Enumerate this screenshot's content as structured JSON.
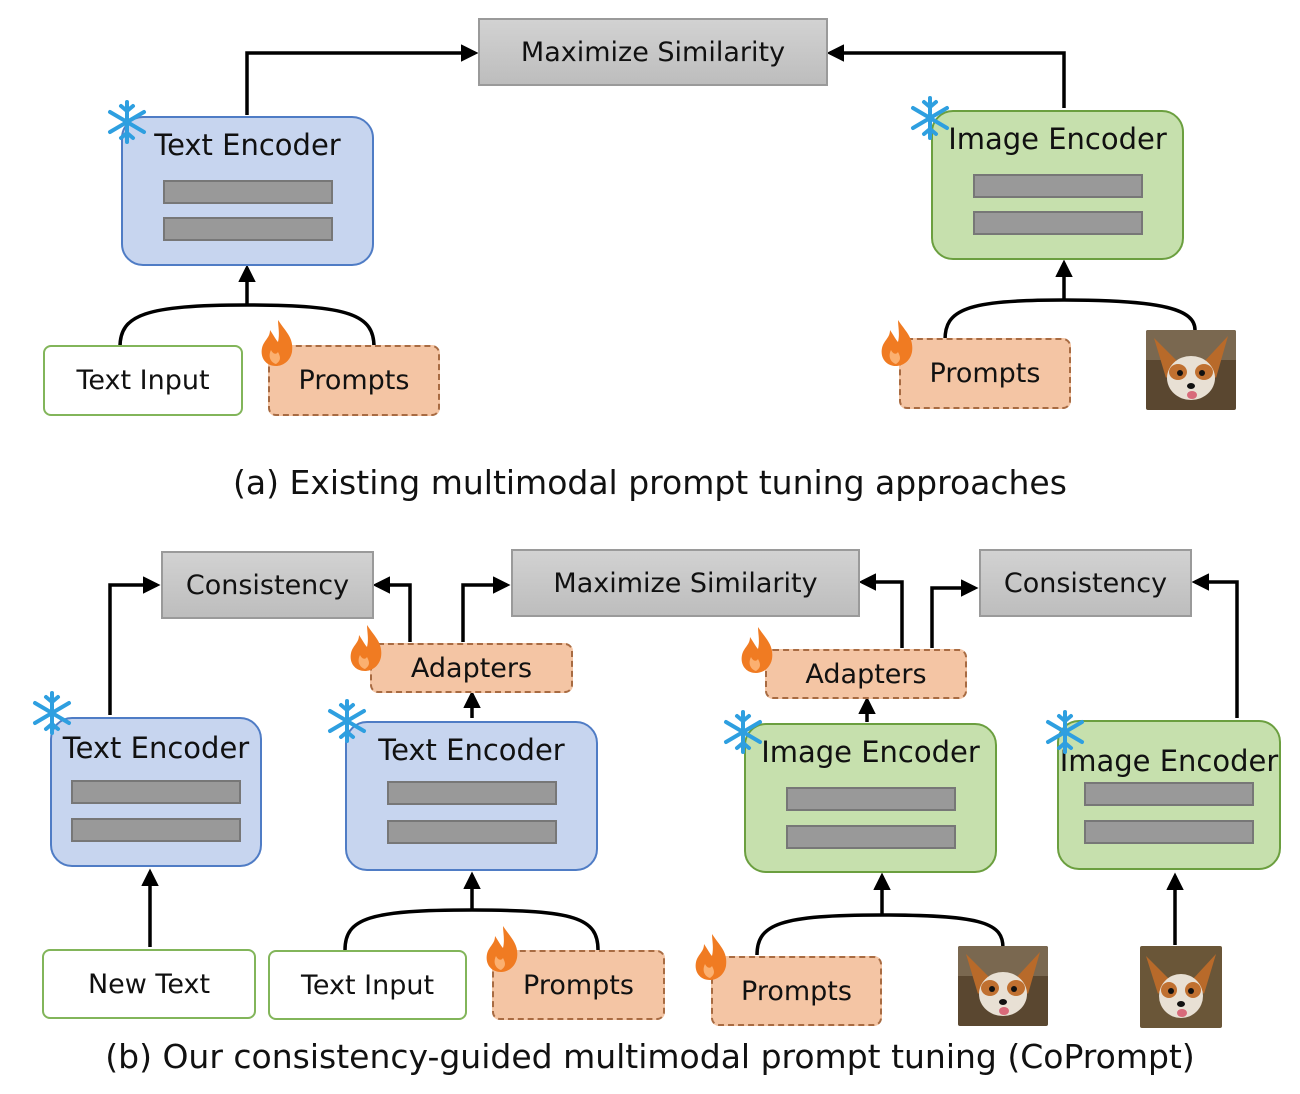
{
  "part_a": {
    "maximize": "Maximize Similarity",
    "text_encoder": "Text Encoder",
    "image_encoder": "Image Encoder",
    "text_input": "Text Input",
    "prompts": "Prompts",
    "caption": "(a) Existing multimodal prompt tuning approaches"
  },
  "part_b": {
    "consistency_left": "Consistency",
    "maximize": "Maximize Similarity",
    "consistency_right": "Consistency",
    "adapters": "Adapters",
    "text_encoder": "Text Encoder",
    "image_encoder": "Image Encoder",
    "new_text": "New Text",
    "text_input": "Text Input",
    "prompts": "Prompts",
    "caption": "(b) Our consistency-guided multimodal prompt tuning (CoPrompt)"
  },
  "colors": {
    "frozen_icon": "#2e9fe0",
    "trainable_icon": "#f07b22",
    "text_encoder_fill": "#c7d5ef",
    "image_encoder_fill": "#c6e0ad",
    "prompt_fill": "#f4c5a4"
  },
  "icons": {
    "frozen": "snowflake-icon",
    "trainable": "flame-icon"
  }
}
